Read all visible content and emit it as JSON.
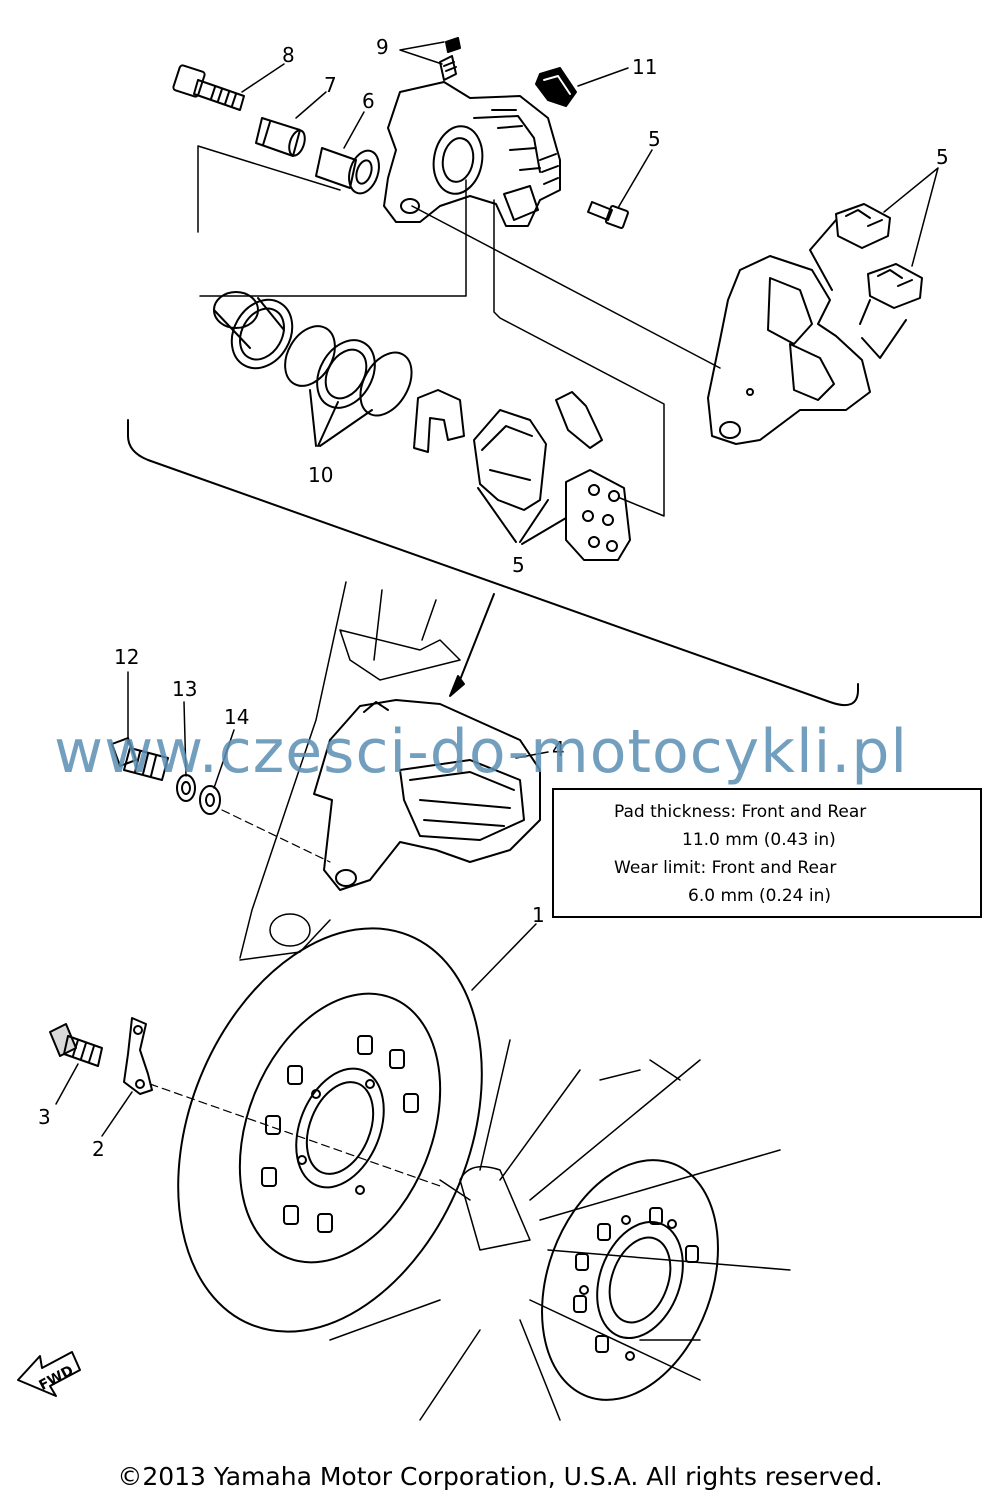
{
  "callouts": {
    "c1": "1",
    "c2": "2",
    "c3": "3",
    "c4": "4",
    "c5a": "5",
    "c5b": "5",
    "c5c": "5",
    "c6": "6",
    "c7": "7",
    "c8": "8",
    "c9": "9",
    "c10": "10",
    "c11": "11",
    "c12": "12",
    "c13": "13",
    "c14": "14"
  },
  "watermark": "www.czesci-do-motocykli.pl",
  "spec_box": {
    "line1": "Pad thickness:  Front and Rear",
    "line2": "11.0 mm (0.43 in)",
    "line3": "Wear limit:  Front and Rear",
    "line4": "6.0 mm (0.24 in)"
  },
  "fwd_label": "FWD",
  "footer": "©2013 Yamaha Motor Corporation, U.S.A. All rights reserved.",
  "colors": {
    "line": "#000000",
    "watermark": "#5b8fb3"
  }
}
